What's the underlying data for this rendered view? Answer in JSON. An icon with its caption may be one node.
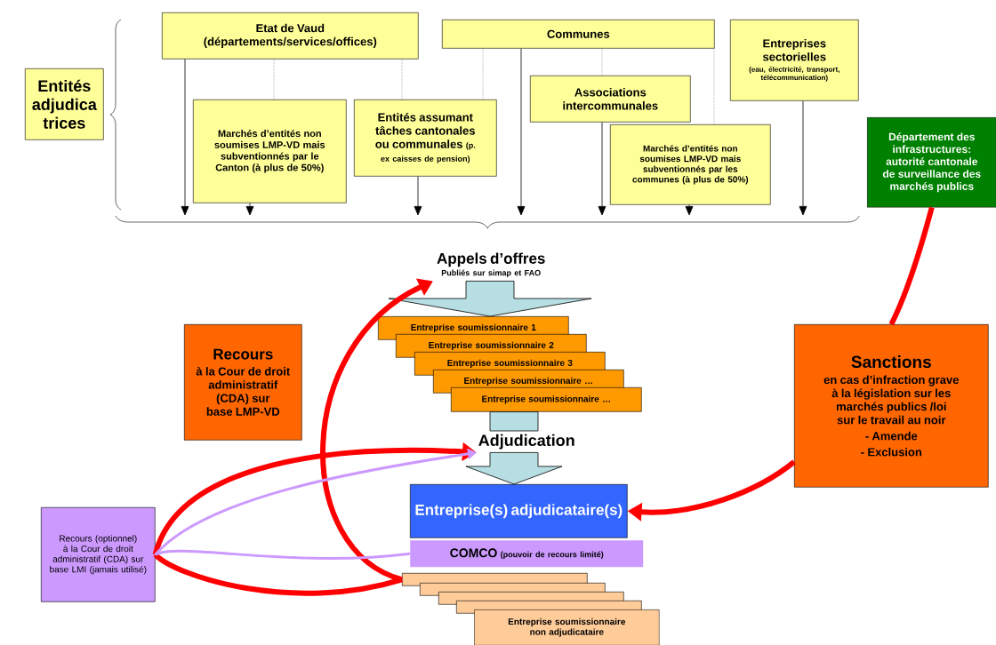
{
  "diagram": {
    "nodes": [
      {
        "text": [
          "Entités adjudica trices"
        ]
      },
      {
        "text": [
          "Etat de Vaud (départements/services/offices)"
        ]
      },
      {
        "text": [
          "Communes"
        ]
      },
      {
        "text": [
          "Entreprises sectorielles",
          "(eau, électricité, transport, télécommunication)"
        ]
      },
      {
        "text": [
          "Marchés d’entités non soumises LMP-VD mais subventionnés par le Canton (à plus de 50%)"
        ]
      },
      {
        "text": [
          "Entités assumant tâches cantonales ou communales",
          "(p. ex caisses de pension)"
        ]
      },
      {
        "text": [
          "Associations intercommunales"
        ]
      },
      {
        "text": [
          "Marchés d’entités non soumises LMP-VD mais subventionnés par les communes (à plus de 50%)"
        ]
      },
      {
        "text": [
          "Département des infrastructures: autorité cantonale de surveillance des marchés publics"
        ]
      },
      {
        "text": [
          "Appels d’offres",
          "Publiés sur simap et FAO"
        ]
      },
      {
        "text": [
          "Entreprise soumissionnaire 1"
        ]
      },
      {
        "text": [
          "Entreprise soumissionnaire 2"
        ]
      },
      {
        "text": [
          "Entreprise soumissionnaire 3"
        ]
      },
      {
        "text": [
          "Entreprise soumissionnaire …"
        ]
      },
      {
        "text": [
          "Entreprise soumissionnaire …"
        ]
      },
      {
        "text": [
          "Recours",
          "à la Cour de droit administratif (CDA) sur base LMP-VD"
        ]
      },
      {
        "text": [
          "Sanctions",
          "en cas d’infraction grave à la législation sur les marchés publics /loi sur le travail au noir",
          "- Amende",
          "- Exclusion"
        ]
      },
      {
        "text": [
          "Adjudication"
        ]
      },
      {
        "text": [
          "Entreprise(s) adjudicataire(s)"
        ]
      },
      {
        "text": [
          "COMCO",
          "(pouvoir de recours limité)"
        ]
      },
      {
        "text": [
          "Recours (optionnel) à la Cour de droit administratif (CDA) sur base LMI (jamais utilisé)"
        ]
      },
      {
        "text": [],
        "shape": "box"
      },
      {
        "text": [],
        "shape": "box"
      },
      {
        "text": [],
        "shape": "box"
      },
      {
        "text": [],
        "shape": "box"
      },
      {
        "text": [
          "Entreprise soumissionnaire non adjudicataire"
        ]
      },
      {
        "text": [],
        "shape": "brace"
      }
    ],
    "edges": [
      {
        "from": 1,
        "to": 26,
        "arrow": "to"
      },
      {
        "from": 4,
        "to": 26,
        "arrow": "to"
      },
      {
        "from": 5,
        "to": 26,
        "arrow": "to"
      },
      {
        "from": 2,
        "to": 26,
        "arrow": "to"
      },
      {
        "from": 6,
        "to": 26,
        "arrow": "to"
      },
      {
        "from": 7,
        "to": 26,
        "arrow": "to"
      },
      {
        "from": 3,
        "to": 26,
        "arrow": "to"
      },
      {
        "from": 1,
        "to": 4,
        "arrow": "none",
        "style": "dashed"
      },
      {
        "from": 1,
        "to": 5,
        "arrow": "none",
        "style": "dashed"
      },
      {
        "from": 2,
        "to": 5,
        "arrow": "none",
        "style": "dashed"
      },
      {
        "from": 2,
        "to": 6,
        "arrow": "none",
        "style": "dashed"
      },
      {
        "from": 2,
        "to": 7,
        "arrow": "none",
        "style": "dashed"
      },
      {
        "from": 9,
        "to": 10,
        "arrow": "to",
        "style": "thick",
        "color": "#b7dfe3"
      },
      {
        "from": 14,
        "to": 17,
        "arrow": "none",
        "style": "thick",
        "color": "#b7dfe3"
      },
      {
        "from": 17,
        "to": 18,
        "arrow": "to",
        "style": "thick",
        "color": "#b7dfe3"
      },
      {
        "from": 21,
        "to": 9,
        "arrow": "to",
        "style": "thick",
        "color": "#ff0000"
      },
      {
        "from": 21,
        "to": 20,
        "arrow": "none",
        "style": "thick",
        "color": "#ff0000"
      },
      {
        "from": 20,
        "to": 17,
        "arrow": "to",
        "style": "thick",
        "color": "#ff0000"
      },
      {
        "from": 19,
        "to": 20,
        "arrow": "none",
        "style": "thick",
        "color": "#cc99ff"
      },
      {
        "from": 20,
        "to": 17,
        "arrow": "to",
        "style": "thick",
        "color": "#cc99ff"
      },
      {
        "from": 8,
        "to": 16,
        "arrow": "none",
        "style": "thick",
        "color": "#ff0000"
      },
      {
        "from": 16,
        "to": 18,
        "arrow": "to",
        "style": "thick",
        "color": "#ff0000"
      }
    ]
  }
}
